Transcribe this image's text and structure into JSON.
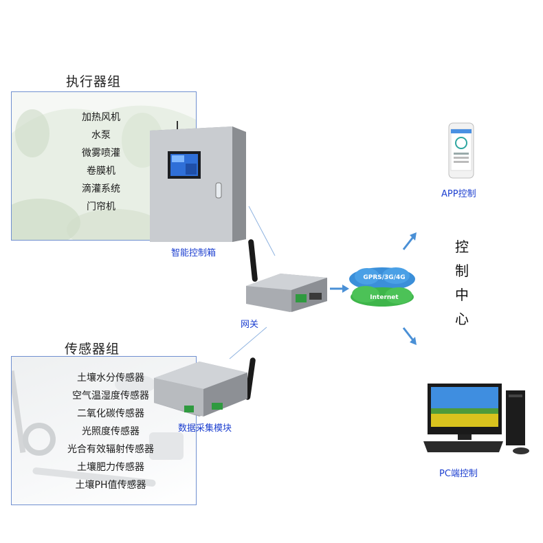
{
  "actuator_group": {
    "title": "执行器组",
    "items": [
      "加热风机",
      "水泵",
      "微雾喷灌",
      "卷膜机",
      "滴灌系统",
      "门帘机"
    ]
  },
  "control_box_label": "智能控制箱",
  "gateway_label": "网关",
  "cloud": {
    "network_label": "GPRS/3G/4G",
    "internet_label": "Internet"
  },
  "sensor_group": {
    "title": "传感器组",
    "items": [
      "土壤水分传感器",
      "空气温湿度传感器",
      "二氧化碳传感器",
      "光照度传感器",
      "光合有效辐射传感器",
      "土壤肥力传感器",
      "土壤PH值传感器"
    ]
  },
  "data_module_label": "数据采集模块",
  "app_label": "APP控制",
  "pc_label": "PC端控制",
  "control_center_chars": [
    "控",
    "制",
    "中",
    "心"
  ],
  "colors": {
    "label_blue": "#1c3fd0",
    "panel_border": "#6f8fd0",
    "arrow": "#4a90d6"
  }
}
